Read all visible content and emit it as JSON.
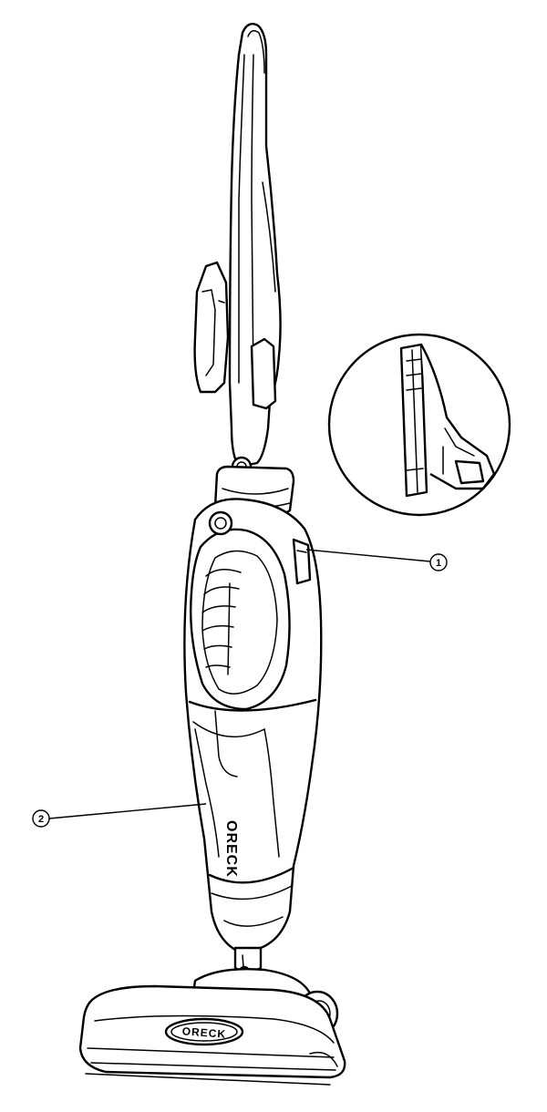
{
  "brand": {
    "body_logo": "ORECK",
    "nozzle_logo": "ORECK"
  },
  "callouts": [
    {
      "id": "1",
      "label": "1"
    },
    {
      "id": "2",
      "label": "2"
    }
  ],
  "colors": {
    "line": "#000000",
    "background": "#ffffff"
  },
  "icons": {
    "detail_view": "magnified-detail-circle"
  }
}
